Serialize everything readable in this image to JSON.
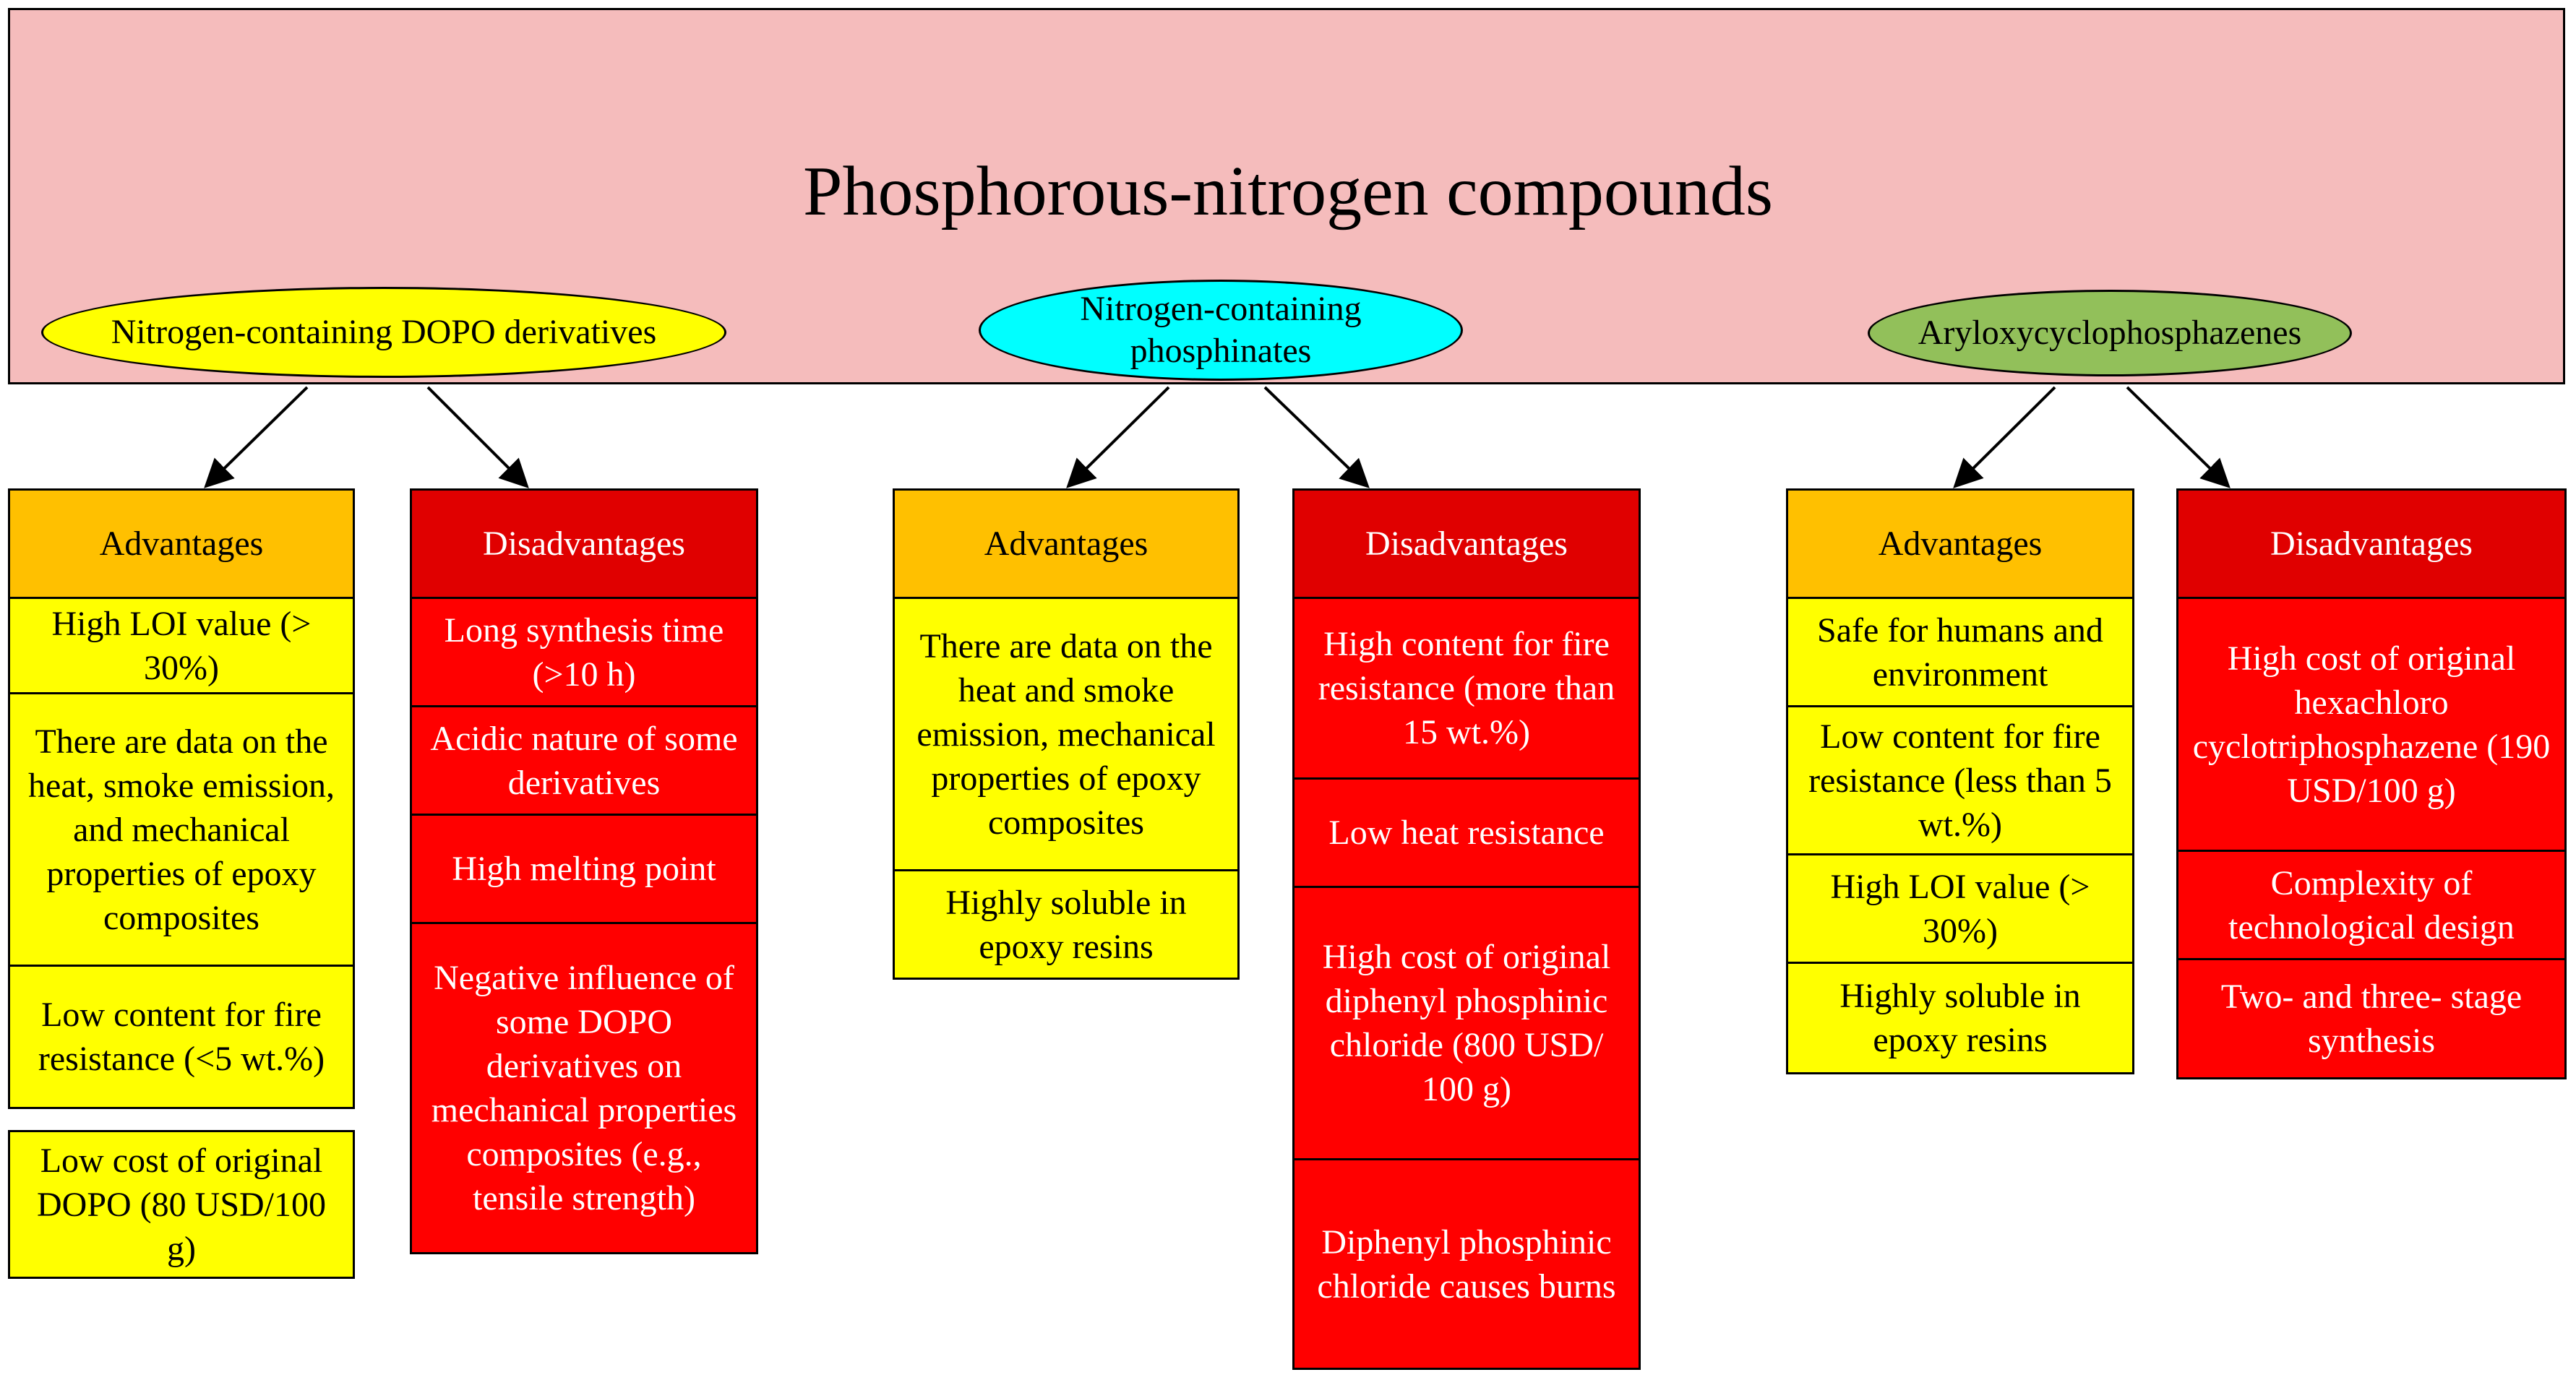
{
  "title": "Phosphorous-nitrogen compounds",
  "groups": [
    {
      "name": "Nitrogen-containing DOPO derivatives",
      "color": "#ffff00",
      "advantages_label": "Advantages",
      "disadvantages_label": "Disadvantages",
      "advantages": [
        "High LOI value (> 30%)",
        "There are data on the heat, smoke emission, and mechanical properties of epoxy composites",
        "Low content for fire resistance (<5 wt.%)",
        "Low cost of original DOPO (80 USD/100 g)"
      ],
      "disadvantages": [
        "Long synthesis time (>10 h)",
        "Acidic nature of some derivatives",
        "High melting point",
        "Negative influence of some DOPO derivatives on mechanical properties composites (e.g., tensile strength)"
      ]
    },
    {
      "name": "Nitrogen-containing phosphinates",
      "color": "#00ffff",
      "advantages_label": "Advantages",
      "disadvantages_label": "Disadvantages",
      "advantages": [
        "There are data on the heat and smoke emission, mechanical properties of epoxy composites",
        "Highly soluble in epoxy resins"
      ],
      "disadvantages": [
        "High content for fire resistance (more than 15 wt.%)",
        "Low heat resistance",
        "High cost of original diphenyl phosphinic chloride (800 USD/ 100 g)",
        "Diphenyl phosphinic chloride causes burns"
      ]
    },
    {
      "name": "Aryloxycyclophosphazenes",
      "color": "#92c05a",
      "advantages_label": "Advantages",
      "disadvantages_label": "Disadvantages",
      "advantages": [
        "Safe for humans and environment",
        "Low content for fire resistance (less than 5 wt.%)",
        "High LOI value (> 30%)",
        "Highly soluble in epoxy resins"
      ],
      "disadvantages": [
        "High cost of original hexachloro cyclotriphosphazene (190 USD/100 g)",
        "Complexity of technological design",
        "Two- and three- stage synthesis"
      ]
    }
  ]
}
